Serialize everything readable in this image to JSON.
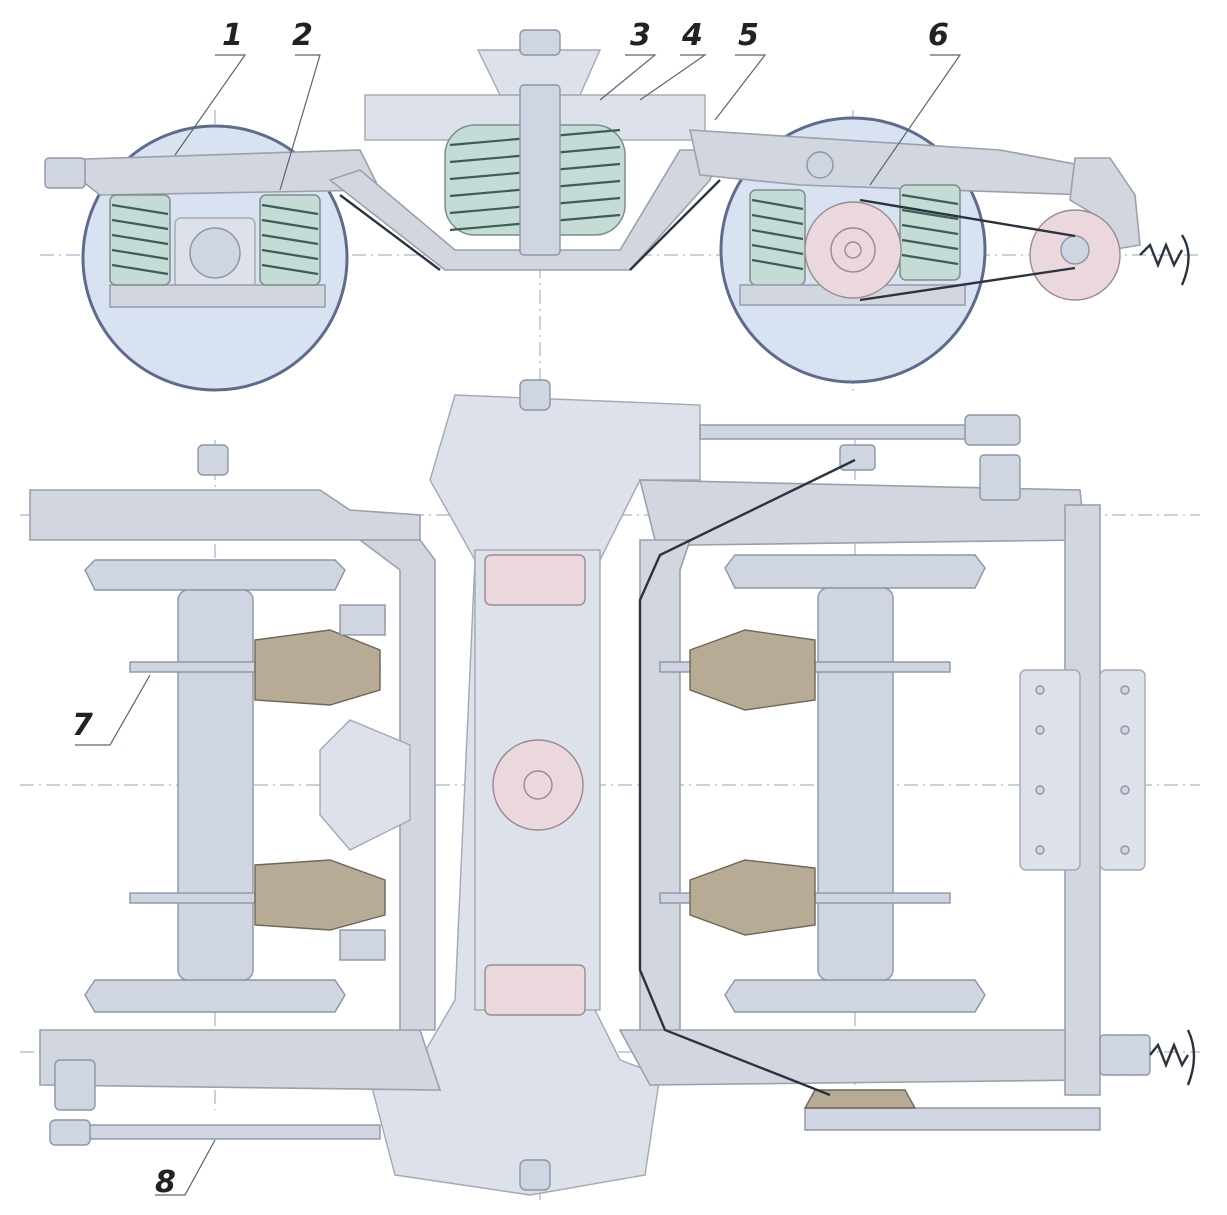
{
  "callouts": [
    {
      "id": "1",
      "label": "1"
    },
    {
      "id": "2",
      "label": "2"
    },
    {
      "id": "3",
      "label": "3"
    },
    {
      "id": "4",
      "label": "4"
    },
    {
      "id": "5",
      "label": "5"
    },
    {
      "id": "6",
      "label": "6"
    },
    {
      "id": "7",
      "label": "7"
    },
    {
      "id": "8",
      "label": "8"
    }
  ],
  "colors": {
    "frame": "#d2d6df",
    "wheel": "#d8e2f0",
    "spring": "#c5dbd5",
    "brake_shoe": "#b7ab95",
    "accent_pink": "#ead8dc"
  }
}
